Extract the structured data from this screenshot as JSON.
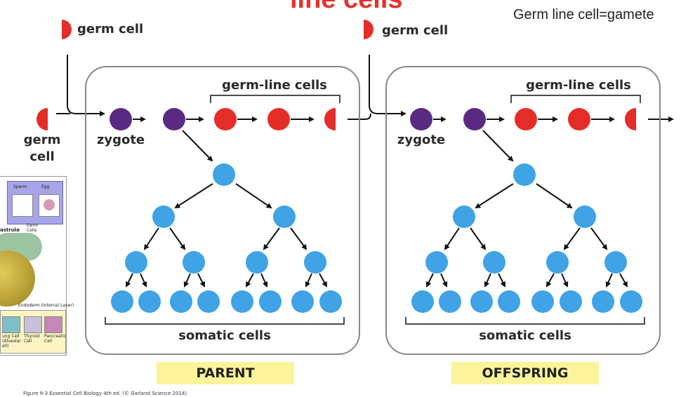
{
  "title": "line cells",
  "note": "Germ line cell=gamete",
  "labels": {
    "germ_cell": "germ cell",
    "germ_cell_left": [
      "germ",
      "cell"
    ],
    "zygote": "zygote",
    "germ_line_cells": "germ-line cells",
    "somatic_cells": "somatic cells",
    "parent": "PARENT",
    "offspring": "OFFSPRING"
  },
  "inset": {
    "sperm": "Sperm",
    "egg": "Egg",
    "germ_cells": "Germ Cells",
    "gastrula": "astrula",
    "endoderm": "Endoderm (Internal Layer)",
    "cells": [
      "ung Cell (Alveolar ell)",
      "Thyroid Cell",
      "Pancreatic Cell"
    ]
  },
  "caption": "Figure 9-3 Essential Cell Biology 4th ed. (© Garland Science 2014)",
  "colors": {
    "zygote": "#5a2a82",
    "germ": "#e52d27",
    "somatic": "#3fa3e6",
    "title": "#e8302a",
    "tag": "#fbf49b"
  }
}
